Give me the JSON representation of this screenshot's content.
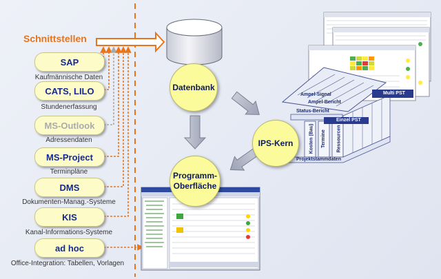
{
  "heading": "Schnittstellen",
  "sources": [
    {
      "label": "SAP",
      "caption": "Kaufmännische Daten",
      "muted": false
    },
    {
      "label": "CATS, LILO",
      "caption": "Stundenerfassung",
      "muted": false
    },
    {
      "label": "MS-Outlook",
      "caption": "Adressendaten",
      "muted": true
    },
    {
      "label": "MS-Project",
      "caption": "Terminpläne",
      "muted": false
    },
    {
      "label": "DMS",
      "caption": "Dokumenten-Manag.-Systeme",
      "muted": false
    },
    {
      "label": "KIS",
      "caption": "Kanal-Informations-Systeme",
      "muted": false
    },
    {
      "label": "ad hoc",
      "caption": "Office-Integration: Tabellen, Vorlagen",
      "muted": false
    }
  ],
  "nodes": {
    "datenbank": "Datenbank",
    "ips_kern": "IPS-Kern",
    "oberflaeche_line1": "Programm-",
    "oberflaeche_line2": "Oberfläche"
  },
  "house": {
    "roof_labels": [
      "Ampel-Signal",
      "Ampel-Bericht",
      "Status-Bericht"
    ],
    "pillars": [
      "Kosten (Bau)",
      "Termine",
      "Ressourcen"
    ],
    "base": "Projektstammdaten",
    "multi": "Multi PST",
    "einzel": "Einzel PST"
  },
  "colors": {
    "orange": "#e8741c",
    "pill_fill": "#fdfcc8",
    "circle_fill": "#fbfb9c",
    "text_blue": "#162a8c"
  }
}
